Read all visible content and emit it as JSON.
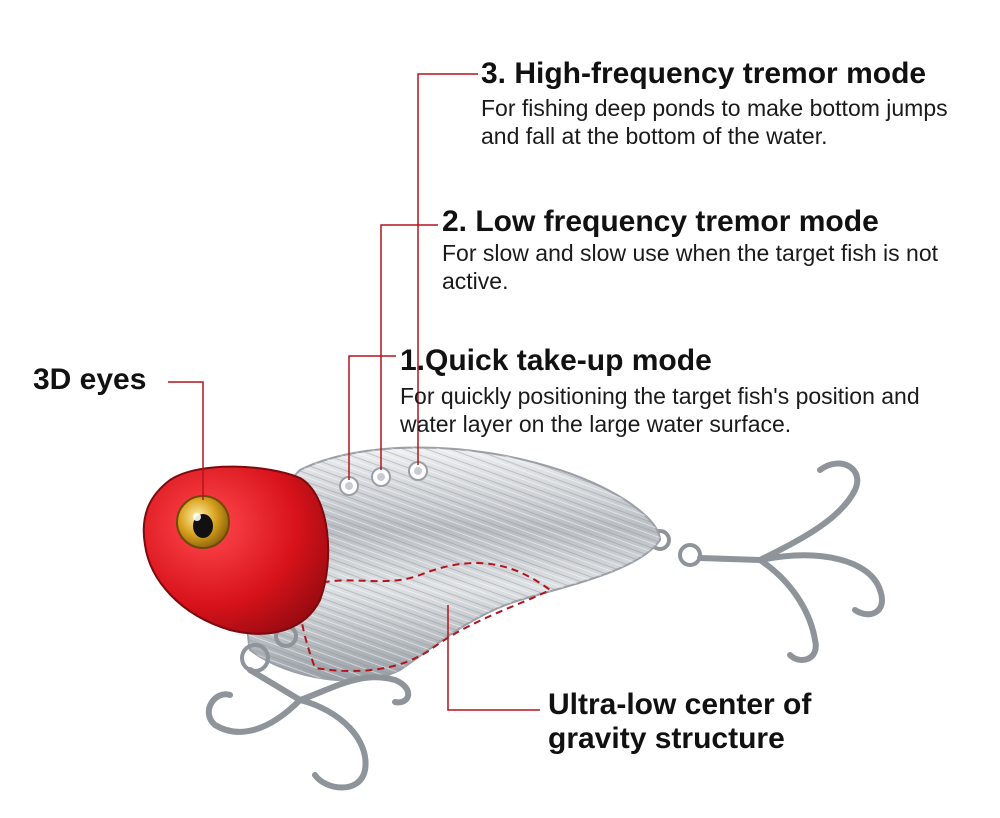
{
  "annotations": {
    "high_frequency": {
      "title": "3. High-frequency tremor mode",
      "description": "For fishing deep ponds to make bottom jumps and fall at the bottom of the water."
    },
    "low_frequency": {
      "title": "2. Low frequency tremor mode",
      "description": "For slow and slow use when the target fish is not active."
    },
    "quick_take_up": {
      "title": "1.Quick take-up mode",
      "description": "For quickly positioning the target fish's position and water layer on the large water surface."
    },
    "eyes": {
      "title": "3D eyes"
    },
    "gravity": {
      "title": "Ultra-low center of gravity structure"
    }
  },
  "colors": {
    "leader_line": "#b3141b",
    "head_red": "#d8121a",
    "eye_gold": "#d9a21e",
    "body_silver": "#c9ccd0",
    "hook_steel": "#8e9499"
  }
}
